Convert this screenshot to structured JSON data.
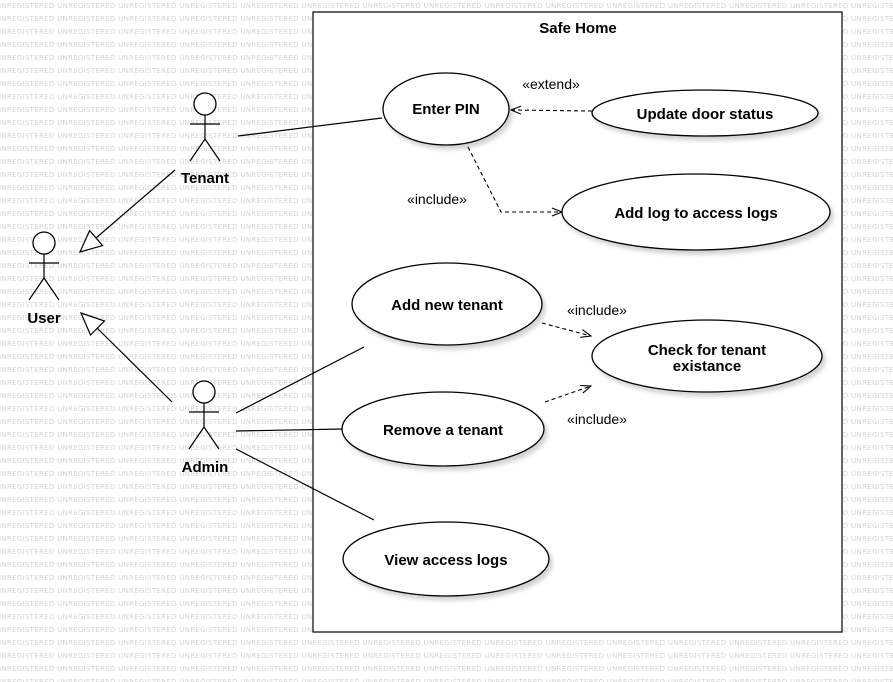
{
  "watermark": {
    "text": "UNREGISTERED"
  },
  "system": {
    "title": "Safe Home"
  },
  "actors": {
    "tenant": "Tenant",
    "user": "User",
    "admin": "Admin"
  },
  "use_cases": {
    "enter_pin": "Enter PIN",
    "update_door_status": "Update door status",
    "add_log": "Add log to access logs",
    "add_new_tenant": "Add new tenant",
    "check_tenant_line1": "Check for tenant",
    "check_tenant_line2": "existance",
    "remove_tenant": "Remove a tenant",
    "view_access_logs": "View access logs"
  },
  "relations": {
    "extend": "«extend»",
    "include_pin_log": "«include»",
    "include_add_check": "«include»",
    "include_remove_check": "«include»"
  }
}
